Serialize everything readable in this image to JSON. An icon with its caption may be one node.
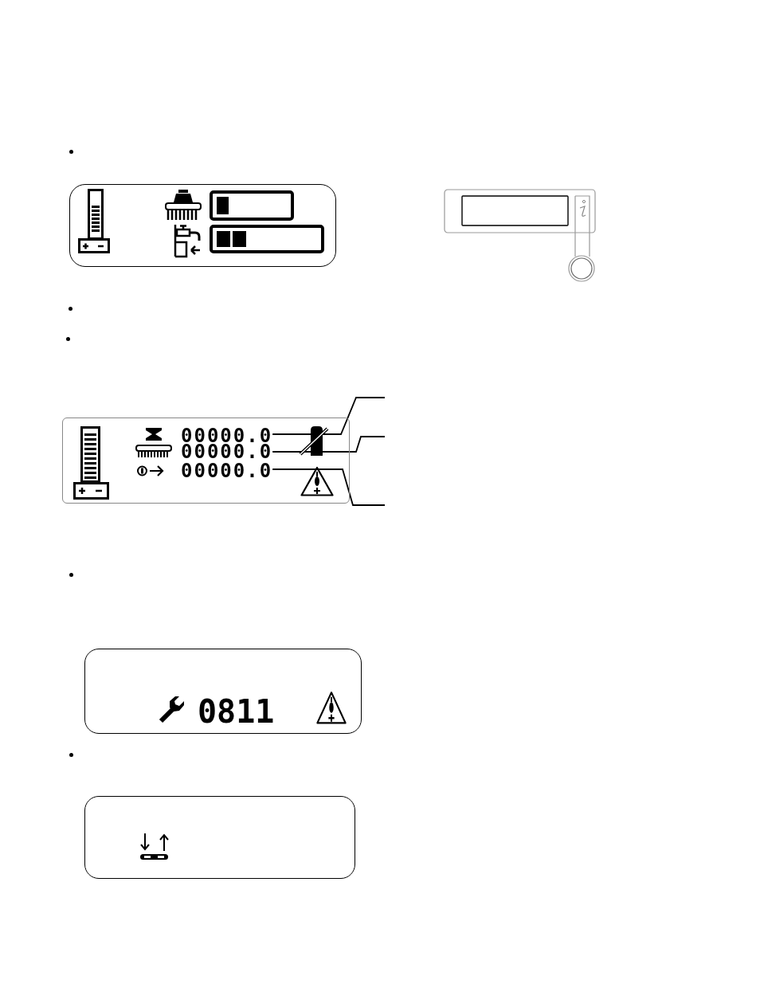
{
  "diagram": {
    "nodes": [
      {
        "text": [],
        "shape": "box"
      },
      {
        "text": [],
        "shape": "box"
      },
      {
        "text": [
          "00000.0"
        ],
        "in": 1
      },
      {
        "text": [
          "00000.0"
        ],
        "in": 1
      },
      {
        "text": [
          "00000.0"
        ],
        "in": 1
      },
      {
        "text": [
          "0811"
        ]
      },
      {
        "text": [],
        "shape": "box"
      }
    ],
    "edges": [
      {
        "from": null,
        "to": 2,
        "arrow": "none"
      },
      {
        "from": null,
        "to": 3,
        "arrow": "none"
      },
      {
        "from": null,
        "to": 4,
        "arrow": "none"
      }
    ]
  }
}
